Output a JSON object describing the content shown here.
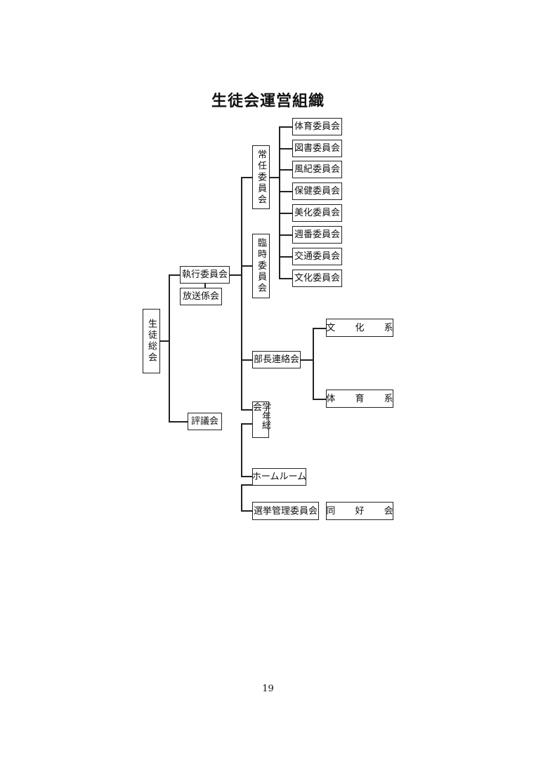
{
  "title": "生徒会運営組織",
  "root": "生徒総会",
  "executive_committee": "執行委員会",
  "broadcast_committee": "放送係会",
  "council": "評議会",
  "standing_committee": "常任委員会",
  "temporary_committee": "臨時委員会",
  "standing_subcommittees": [
    "体育委員会",
    "図書委員会",
    "風紀委員会",
    "保健委員会",
    "美化委員会",
    "週番委員会",
    "交通委員会",
    "文化委員会"
  ],
  "club_leaders_meeting": "部長連絡会",
  "culture_clubs": "文 化 系",
  "sports_clubs": "体 育 系",
  "grade_assembly": "学年総会",
  "homeroom": "ホームルーム",
  "election_committee": "選挙管理委員会",
  "hobby_club": "同 好 会",
  "page_number": "19"
}
